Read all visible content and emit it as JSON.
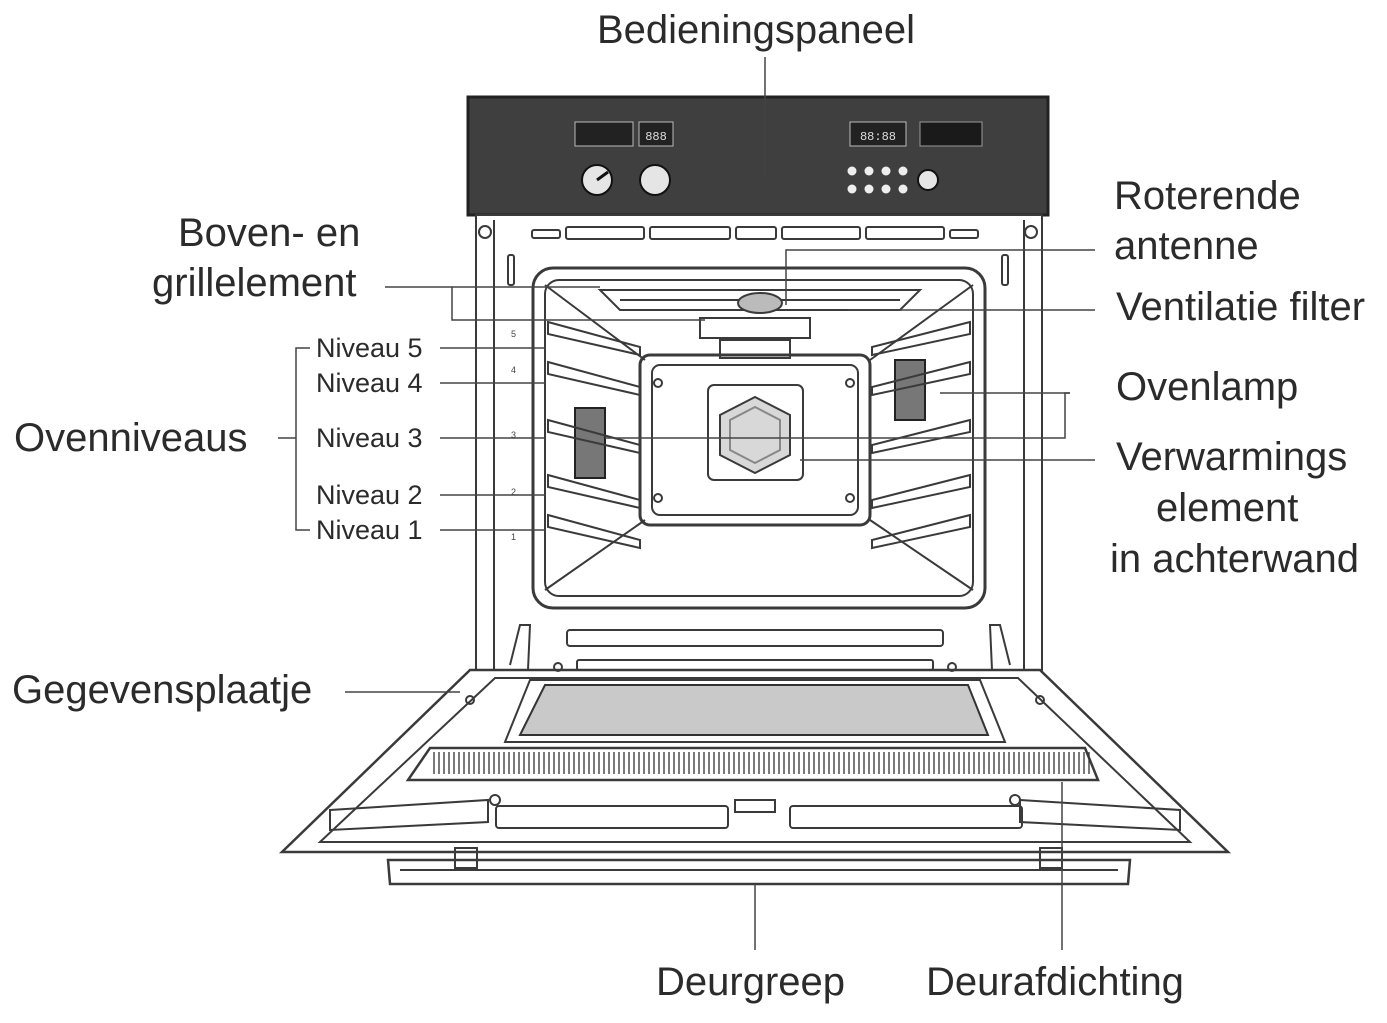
{
  "labels": {
    "control_panel": "Bedieningspaneel",
    "top_grill_element": [
      "Boven- en",
      "grillelement"
    ],
    "rotating_antenna": [
      "Roterende",
      "antenne"
    ],
    "vent_filter": "Ventilatie filter",
    "oven_lamp": "Ovenlamp",
    "heating_element": [
      "Verwarmings",
      "element",
      "in achterwand"
    ],
    "oven_levels": "Ovenniveaus",
    "levels": [
      "Niveau 5",
      "Niveau 4",
      "Niveau 3",
      "Niveau 2",
      "Niveau 1"
    ],
    "rating_plate": "Gegevensplaatje",
    "door_handle": "Deurgreep",
    "door_seal": "Deurafdichting"
  },
  "panel_displays": {
    "left_display": "888",
    "right_display": "88:88"
  },
  "colors": {
    "line": "#3a3a3a",
    "panel": "#3f3f3f",
    "text": "#2b2b2b",
    "glass": "#c9c9c9"
  }
}
